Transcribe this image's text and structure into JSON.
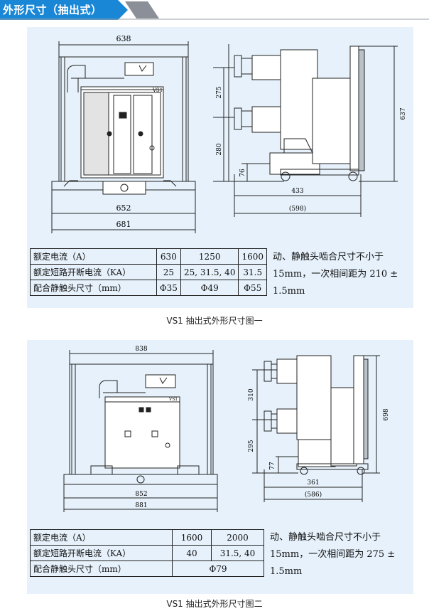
{
  "header": {
    "title": "外形尺寸（抽出式）"
  },
  "figure1": {
    "front": {
      "width_top": "638",
      "width_mid": "652",
      "width_bottom": "681",
      "nameplate": "VS1"
    },
    "side": {
      "dim_275": "275",
      "dim_280": "280",
      "dim_76": "76",
      "dim_433": "433",
      "dim_598": "(598)",
      "dim_637": "637"
    },
    "table": {
      "rows": [
        {
          "label": "额定电流（A）",
          "c1": "630",
          "c2": "1250",
          "c3": "1600"
        },
        {
          "label": "额定短路开断电流（KA）",
          "c1": "25",
          "c2": "25, 31.5, 40",
          "c3": "31.5"
        },
        {
          "label": "配合静触头尺寸（mm）",
          "c1": "Φ35",
          "c2": "Φ49",
          "c3": "Φ55"
        }
      ]
    },
    "note": {
      "line1": "动、静触头啮合尺寸不小于",
      "line2": "15mm，一次相间距为 210 ±",
      "line3": "1.5mm"
    },
    "caption": "VS1 抽出式外形尺寸图一"
  },
  "figure2": {
    "front": {
      "width_top": "838",
      "width_mid": "852",
      "width_bottom": "881",
      "nameplate": "VS1"
    },
    "side": {
      "dim_310": "310",
      "dim_295": "295",
      "dim_77": "77",
      "dim_361": "361",
      "dim_586": "(586)",
      "dim_698": "698"
    },
    "table": {
      "rows": [
        {
          "label": "额定电流（A）",
          "c1": "1600",
          "c2": "2000"
        },
        {
          "label": "额定短路开断电流（KA）",
          "c1": "40",
          "c2": "31.5, 40"
        },
        {
          "label": "配合静触头尺寸（mm）",
          "c12": "Φ79"
        }
      ]
    },
    "note": {
      "line1": "动、静触头啮合尺寸不小于",
      "line2": "15mm，一次相间距为 275 ±",
      "line3": "1.5mm"
    },
    "caption": "VS1 抽出式外形尺寸图二"
  },
  "colors": {
    "header": "#1a87d6",
    "panel": "#e6f1fb",
    "stripes": "#8a8f98"
  }
}
